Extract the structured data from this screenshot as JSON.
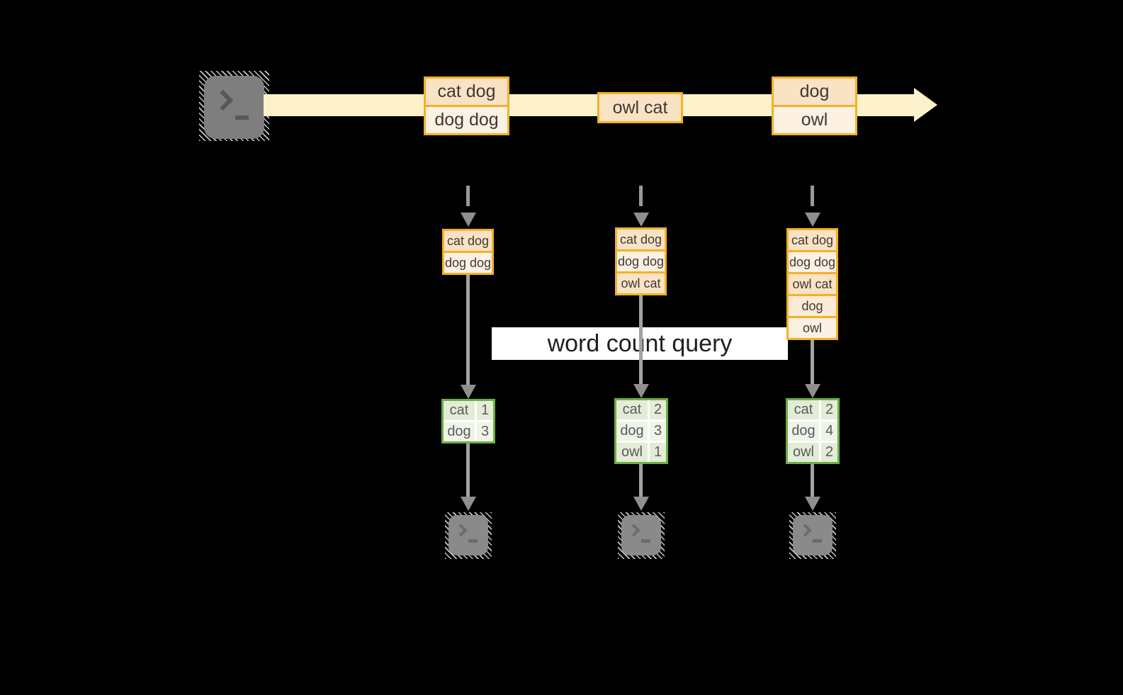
{
  "diagram": {
    "query_label": "word count query",
    "batches": [
      {
        "events": [
          "cat dog",
          "dog dog"
        ]
      },
      {
        "events": [
          "owl cat"
        ]
      },
      {
        "events": [
          "dog",
          "owl"
        ]
      }
    ],
    "states": [
      {
        "events": [
          "cat dog",
          "dog dog"
        ]
      },
      {
        "events": [
          "cat dog",
          "dog dog",
          "owl cat"
        ]
      },
      {
        "events": [
          "cat dog",
          "dog dog",
          "owl cat",
          "dog",
          "owl"
        ]
      }
    ],
    "counts": [
      {
        "rows": [
          {
            "word": "cat",
            "count": "1"
          },
          {
            "word": "dog",
            "count": "3"
          }
        ]
      },
      {
        "rows": [
          {
            "word": "cat",
            "count": "2"
          },
          {
            "word": "dog",
            "count": "3"
          },
          {
            "word": "owl",
            "count": "1"
          }
        ]
      },
      {
        "rows": [
          {
            "word": "cat",
            "count": "2"
          },
          {
            "word": "dog",
            "count": "4"
          },
          {
            "word": "owl",
            "count": "2"
          }
        ]
      }
    ],
    "colors": {
      "stream_band": "#FCF1CB",
      "event_border": "#F2B127",
      "event_cell_peach": "#FAE3C4",
      "event_cell_cream": "#FDF1E3",
      "count_border": "#6FAE44",
      "count_cell": "#E3ECD7",
      "count_cell_light": "#EFF4E8",
      "arrow_gray": "#999999",
      "terminal_gray": "#8A8A8A",
      "query_band_bg": "#FFFFFF",
      "background": "#000000"
    }
  }
}
